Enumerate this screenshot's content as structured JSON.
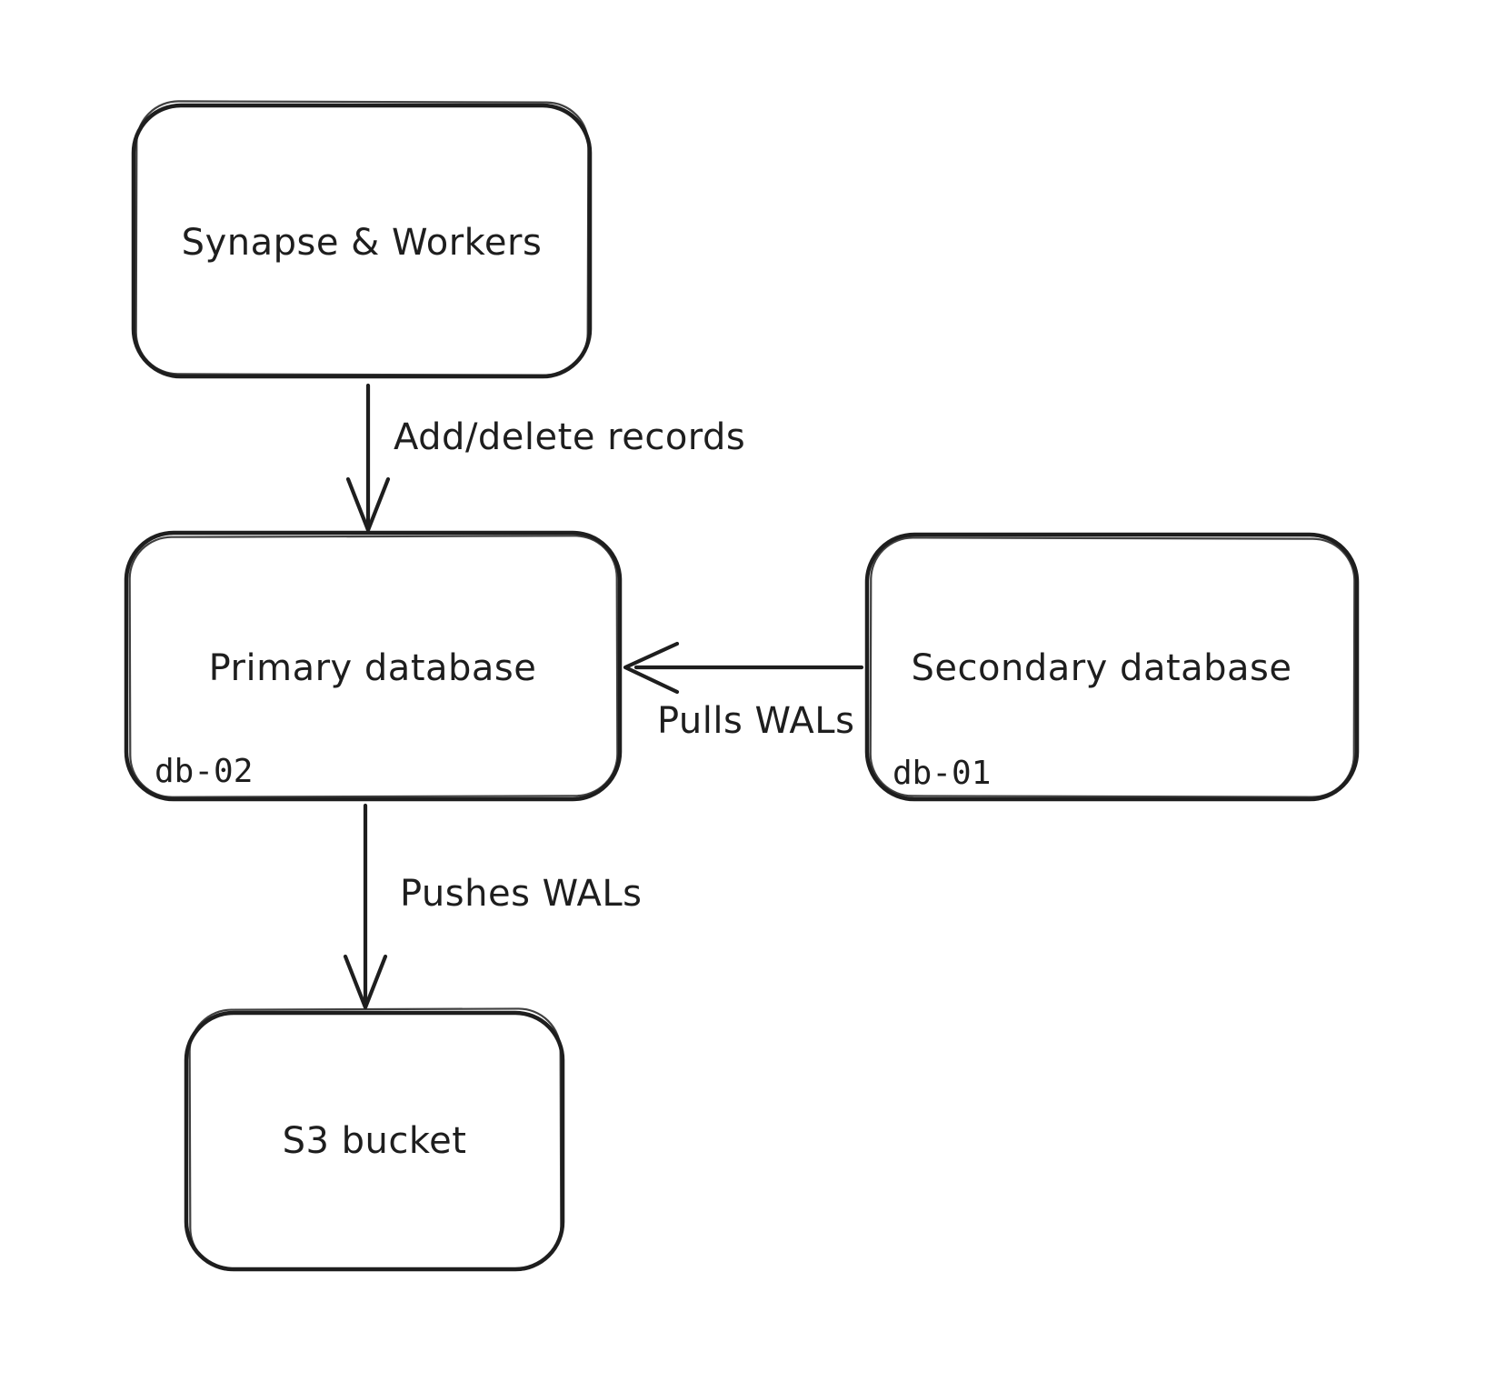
{
  "diagram": {
    "colors": {
      "stroke": "#1e1e1e",
      "background": "#ffffff"
    },
    "nodes": [
      {
        "id": "synapse-workers",
        "label": "Synapse & Workers"
      },
      {
        "id": "primary-database",
        "label": "Primary database",
        "sublabel": "db-02"
      },
      {
        "id": "secondary-database",
        "label": "Secondary database",
        "sublabel": "db-01"
      },
      {
        "id": "s3-bucket",
        "label": "S3 bucket"
      }
    ],
    "edges": [
      {
        "id": "add-delete-records",
        "from": "synapse-workers",
        "to": "primary-database",
        "label": "Add/delete records"
      },
      {
        "id": "pulls-wals",
        "from": "secondary-database",
        "to": "primary-database",
        "label": "Pulls WALs"
      },
      {
        "id": "pushes-wals",
        "from": "primary-database",
        "to": "s3-bucket",
        "label": "Pushes WALs"
      }
    ]
  }
}
